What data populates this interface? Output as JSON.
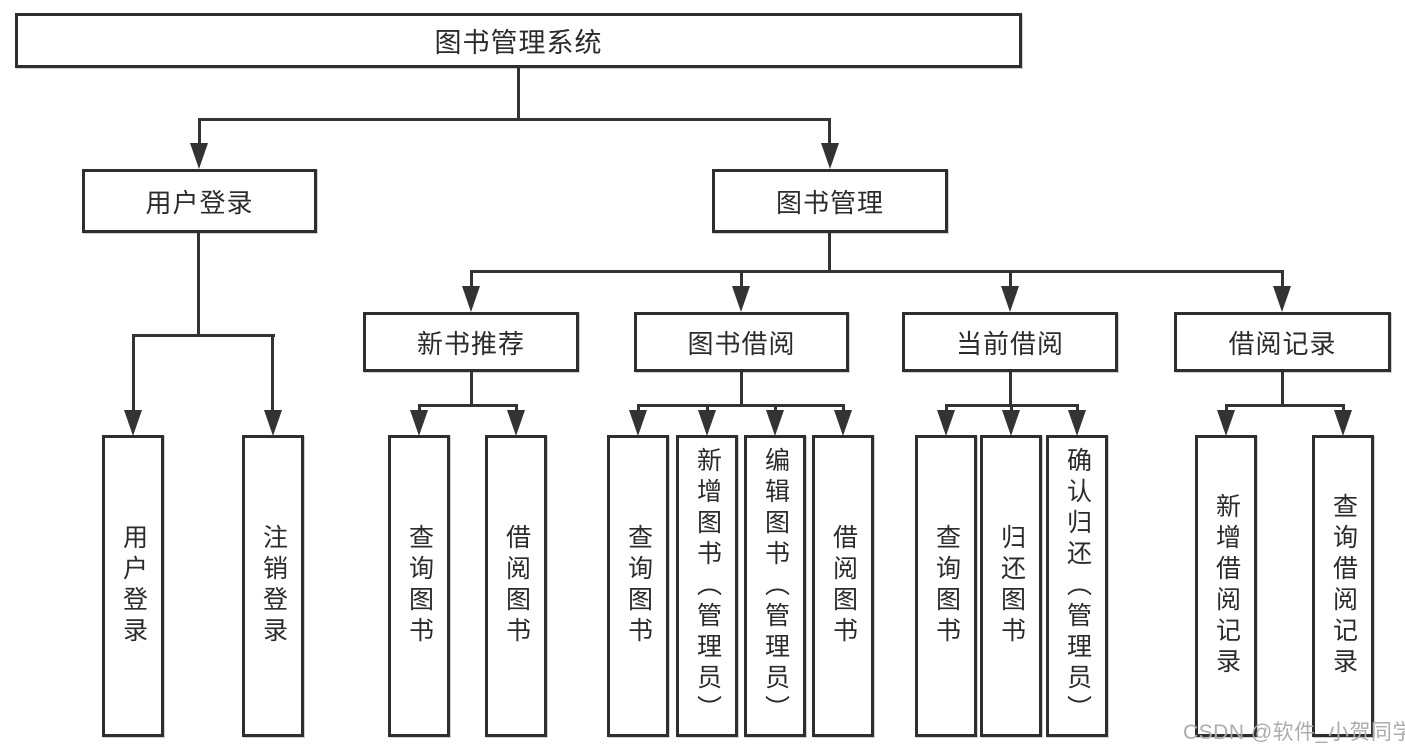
{
  "diagram": {
    "root": "图书管理系统",
    "level2": [
      "用户登录",
      "图书管理"
    ],
    "level3": [
      "新书推荐",
      "图书借阅",
      "当前借阅",
      "借阅记录"
    ],
    "leaves": [
      "用户登录",
      "注销登录",
      "查询图书",
      "借阅图书",
      "查询图书",
      "新增图书（管理员）",
      "编辑图书（管理员）",
      "借阅图书",
      "查询图书",
      "归还图书",
      "确认归还（管理员）",
      "新增借阅记录",
      "查询借阅记录"
    ]
  },
  "watermark": "CSDN @软件_小贺同学",
  "colors": {
    "line": "#333333",
    "box_border": "#2e2e2e",
    "text": "#2b2b2b",
    "watermark": "#adadad",
    "background": "#ffffff"
  }
}
